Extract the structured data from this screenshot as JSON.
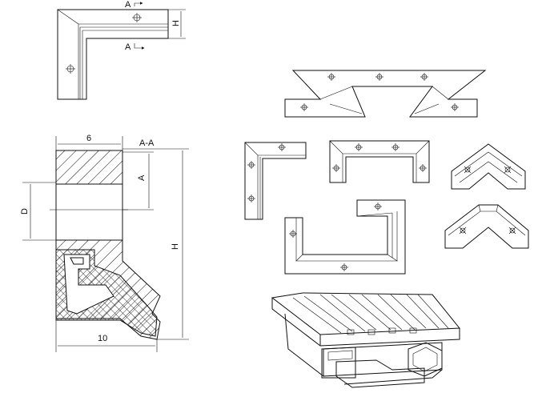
{
  "section_view": {
    "title": "A-A",
    "dim_width_top": "6",
    "dim_width_bottom": "10",
    "dim_depth": "A",
    "dim_diameter": "D",
    "dim_height": "H"
  },
  "top_view": {
    "section_marker_top": "A",
    "section_marker_bottom": "A",
    "dim_height": "H"
  }
}
